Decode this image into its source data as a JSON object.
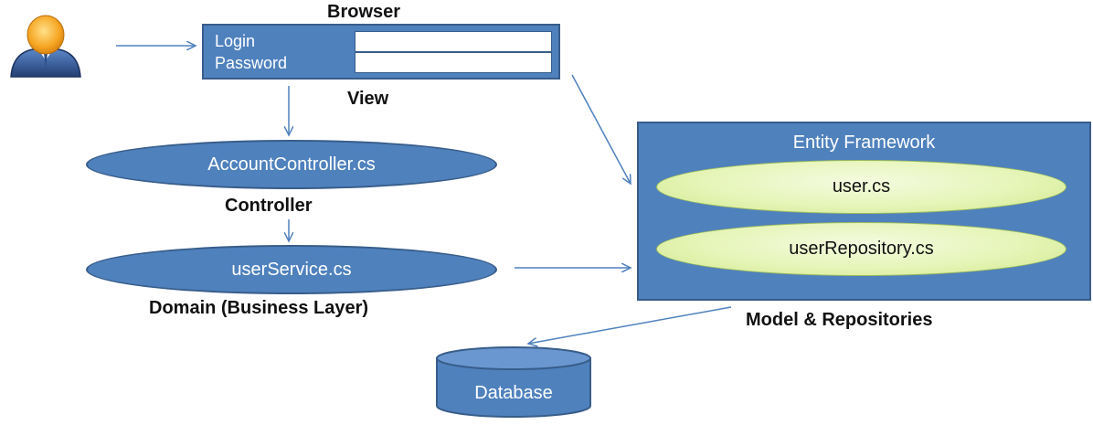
{
  "browser": {
    "title": "Browser",
    "login_label": "Login",
    "password_label": "Password",
    "login_value": "",
    "password_value": ""
  },
  "view_label": "View",
  "controller": {
    "file": "AccountController.cs",
    "layer_label": "Controller"
  },
  "domain": {
    "file": "userService.cs",
    "layer_label": "Domain (Business Layer)"
  },
  "entity_framework": {
    "title": "Entity Framework",
    "items": [
      "user.cs",
      "userRepository.cs"
    ],
    "layer_label": "Model & Repositories"
  },
  "database": {
    "label": "Database"
  },
  "colors": {
    "blue_fill": "#4f81bd",
    "blue_border": "#385d8a",
    "green_fill": "#e6f5b8",
    "arrow": "#4f81bd"
  }
}
